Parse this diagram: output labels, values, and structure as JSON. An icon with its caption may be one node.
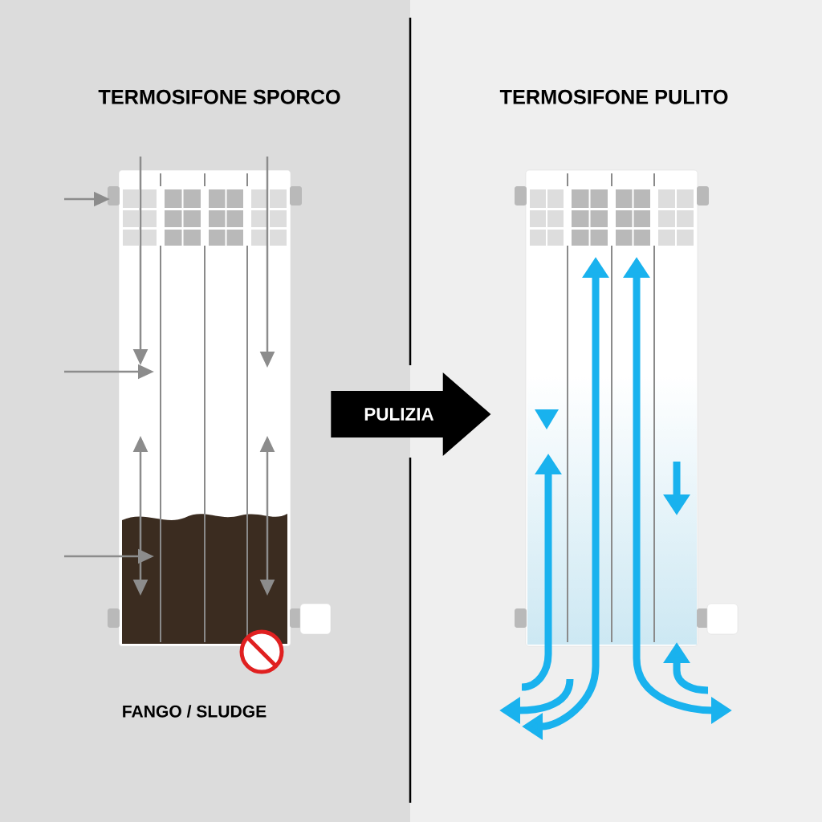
{
  "diagram": {
    "nodes": [
      {
        "text": [
          "TERMOSIFONE SPORCO"
        ]
      },
      {
        "text": [
          "TERMOSIFONE PULITO"
        ]
      }
    ],
    "edges": [
      {
        "from": 0,
        "to": 1,
        "arrow": "to",
        "label": "PULIZIA"
      }
    ],
    "labels": [
      "FANGO / SLUDGE"
    ]
  }
}
